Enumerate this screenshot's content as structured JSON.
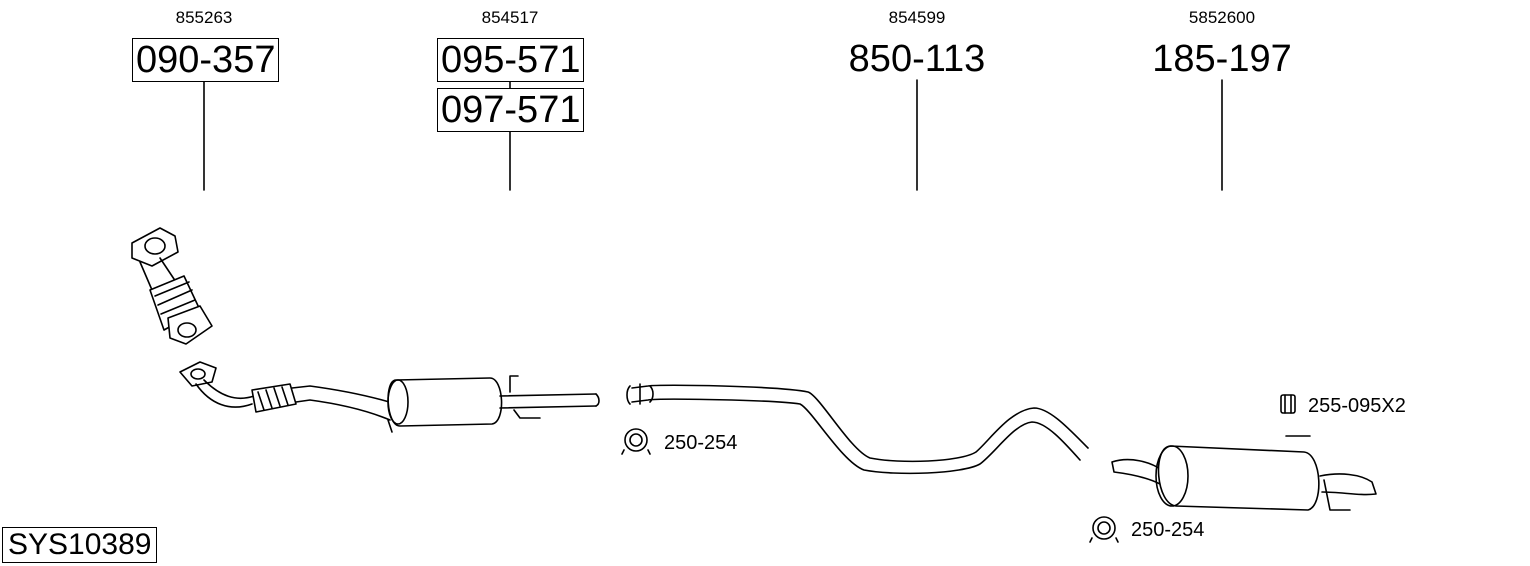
{
  "system_code": "SYS10389",
  "columns": [
    {
      "ref": "855263",
      "parts": [
        "090-357"
      ],
      "boxed": true
    },
    {
      "ref": "854517",
      "parts": [
        "095-571",
        "097-571"
      ],
      "boxed": true
    },
    {
      "ref": "854599",
      "parts": [
        "850-113"
      ],
      "boxed": false
    },
    {
      "ref": "5852600",
      "parts": [
        "185-197"
      ],
      "boxed": false
    }
  ],
  "accessories": [
    {
      "label": "250-254",
      "icon": "clamp-icon"
    },
    {
      "label": "255-095X2",
      "icon": "rubber-mount-icon"
    },
    {
      "label": "250-254",
      "icon": "clamp-icon"
    }
  ]
}
